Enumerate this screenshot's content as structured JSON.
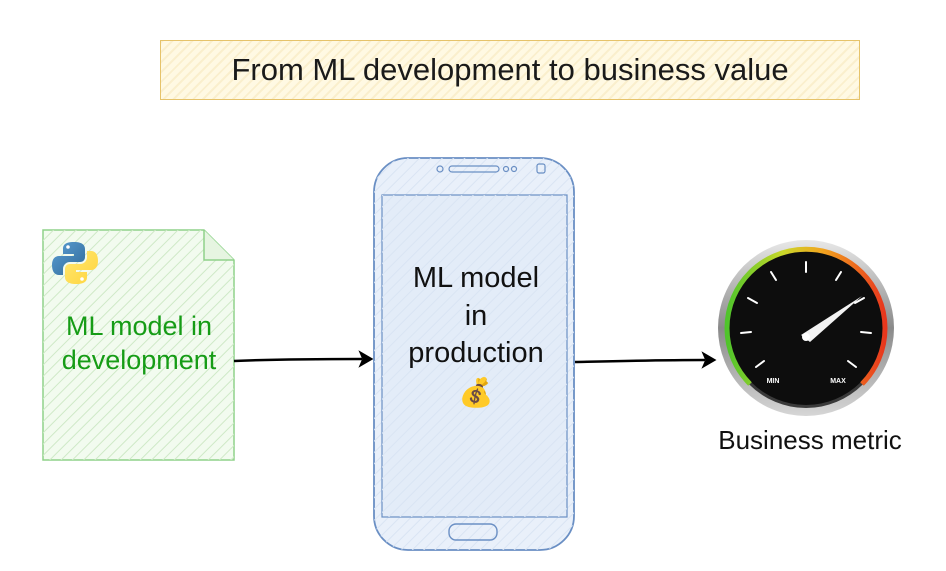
{
  "title": "From ML development to business value",
  "dev": {
    "line1": "ML model in",
    "line2": "development",
    "icon": "python-logo-icon"
  },
  "prod": {
    "line1": "ML model",
    "line2": "in",
    "line3": "production",
    "emoji": "💰"
  },
  "metric": {
    "label": "Business metric",
    "gauge_min": "MIN",
    "gauge_max": "MAX"
  },
  "colors": {
    "dev_green": "#169c16",
    "title_border": "#e6c36a",
    "phone_blue": "#6a8fc4"
  }
}
